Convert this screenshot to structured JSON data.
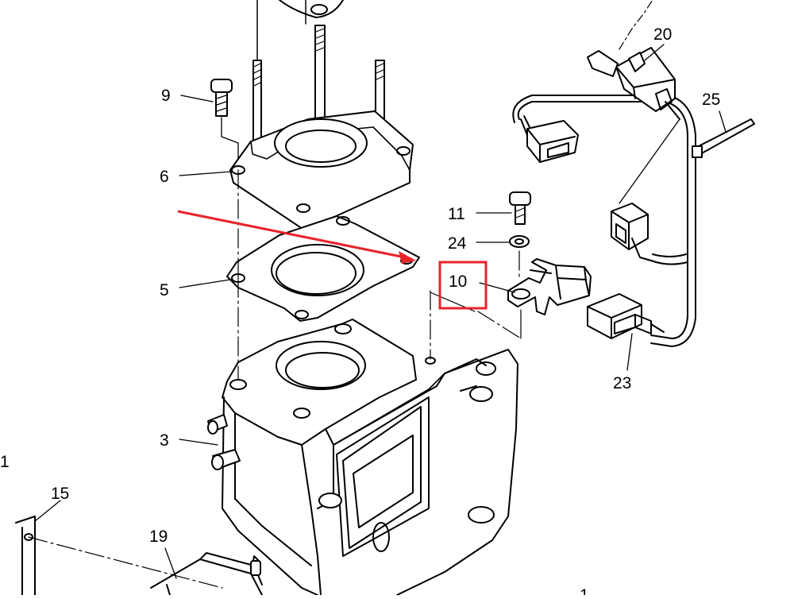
{
  "callouts": [
    {
      "id": "c9",
      "label": "9"
    },
    {
      "id": "c6",
      "label": "6"
    },
    {
      "id": "c5",
      "label": "5"
    },
    {
      "id": "c3",
      "label": "3"
    },
    {
      "id": "c1a",
      "label": "1"
    },
    {
      "id": "c15",
      "label": "15"
    },
    {
      "id": "c19",
      "label": "19"
    },
    {
      "id": "c11",
      "label": "11"
    },
    {
      "id": "c24",
      "label": "24"
    },
    {
      "id": "c10",
      "label": "10"
    },
    {
      "id": "c20",
      "label": "20"
    },
    {
      "id": "c25",
      "label": "25"
    },
    {
      "id": "c23",
      "label": "23"
    },
    {
      "id": "c1b",
      "label": "1"
    }
  ],
  "highlight": {
    "target": "10",
    "color": "#e8232a"
  },
  "colors": {
    "line": "#000000",
    "highlight": "#e8232a",
    "background": "#ffffff"
  }
}
